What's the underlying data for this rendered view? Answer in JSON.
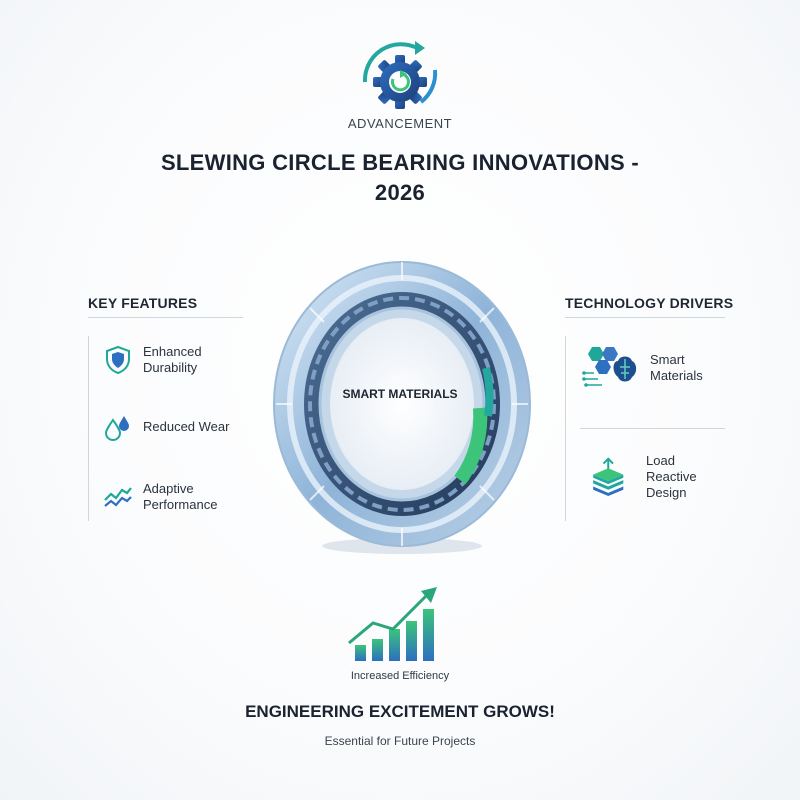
{
  "header": {
    "logo_icon": "gear-cycle-icon",
    "eyebrow": "ADVANCEMENT",
    "title": "SLEWING CIRCLE BEARING INNOVATIONS - 2026"
  },
  "key_features": {
    "heading": "KEY FEATURES",
    "items": [
      {
        "icon": "shield-icon",
        "label": "Enhanced Durability"
      },
      {
        "icon": "drops-icon",
        "label": "Reduced Wear"
      },
      {
        "icon": "trend-wave-icon",
        "label": "Adaptive Performance"
      }
    ]
  },
  "technology_drivers": {
    "heading": "TECHNOLOGY DRIVERS",
    "items": [
      {
        "icon": "hexagon-brain-icon",
        "label": "Smart Materials"
      },
      {
        "icon": "layers-arrow-icon",
        "label": "Load Reactive Design"
      }
    ]
  },
  "center": {
    "illustration": "slewing-bearing-ring",
    "label": "SMART MATERIALS"
  },
  "efficiency": {
    "icon": "growth-bar-chart-icon",
    "label": "Increased Efficiency"
  },
  "footer": {
    "title": "ENGINEERING EXCITEMENT GROWS!",
    "subtitle": "Essential for Future Projects"
  },
  "colors": {
    "navy": "#1f4f8f",
    "blue": "#3a78c4",
    "teal": "#1fa89a",
    "green": "#3cc47a"
  }
}
